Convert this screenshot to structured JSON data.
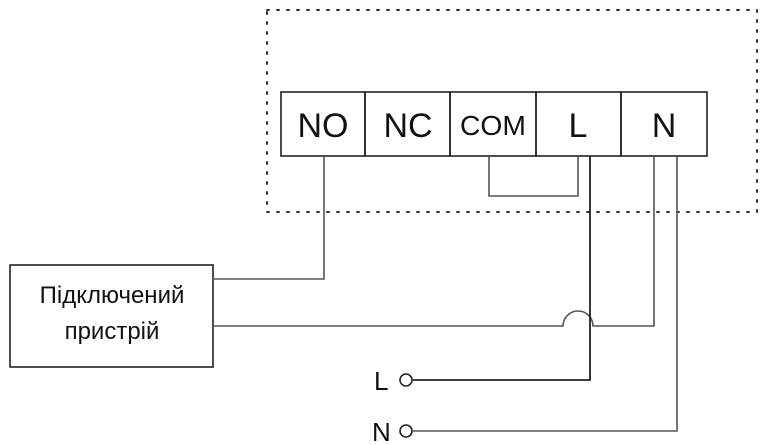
{
  "terminals": [
    {
      "id": "no",
      "label": "NO"
    },
    {
      "id": "nc",
      "label": "NC"
    },
    {
      "id": "com",
      "label": "COM"
    },
    {
      "id": "l",
      "label": "L"
    },
    {
      "id": "n",
      "label": "N"
    }
  ],
  "device": {
    "line1": "Підключений",
    "line2": "пристрій"
  },
  "supply": {
    "l_label": "L",
    "n_label": "N"
  },
  "colors": {
    "wire": "#555555",
    "outline": "#222222"
  }
}
